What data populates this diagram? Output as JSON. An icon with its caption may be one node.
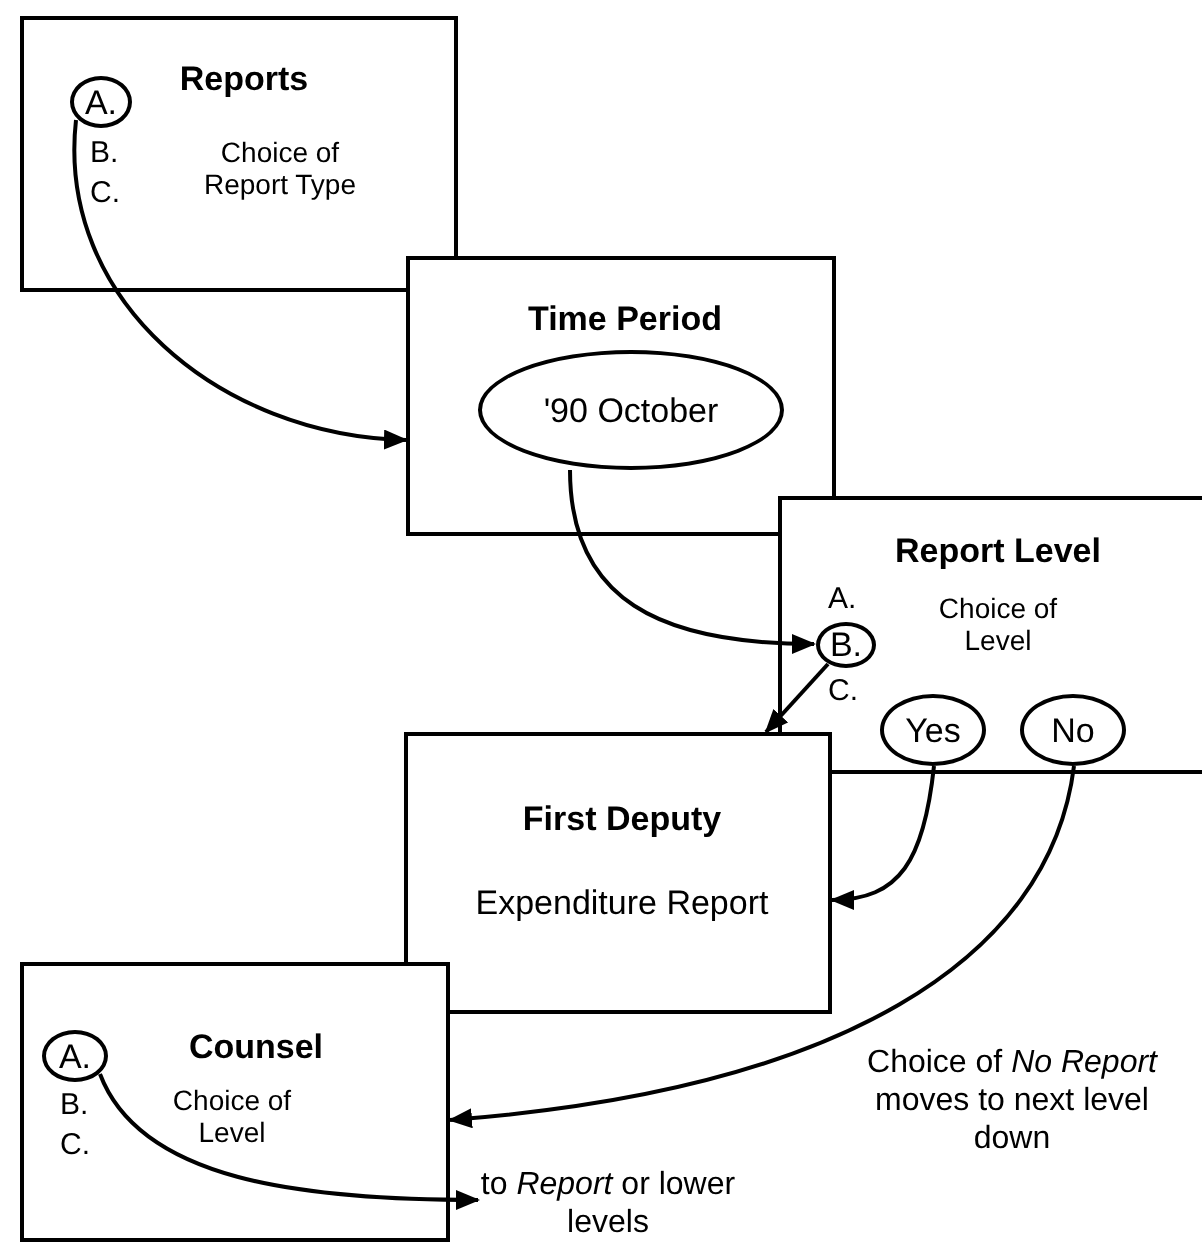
{
  "diagram": {
    "nodes": [
      {
        "text": [
          "Reports",
          "Choice of Report Type"
        ]
      },
      {
        "text": [
          "A."
        ],
        "in": 0
      },
      {
        "text": [
          "Time Period"
        ]
      },
      {
        "text": [
          "'90 October"
        ],
        "in": 2
      },
      {
        "text": [
          "Report Level",
          "Choice of Level"
        ]
      },
      {
        "text": [
          "B."
        ],
        "in": 4
      },
      {
        "text": [
          "Yes"
        ],
        "in": 4
      },
      {
        "text": [
          "No"
        ],
        "in": 4
      },
      {
        "text": [
          "First Deputy",
          "Expenditure Report"
        ]
      },
      {
        "text": [
          "Counsel",
          "Choice of Level"
        ]
      },
      {
        "text": [
          "A."
        ],
        "in": 9
      },
      {
        "text": [
          "to *Report* or lower levels"
        ]
      }
    ],
    "edges": [
      {
        "from": 1,
        "to": 2,
        "arrow": "to"
      },
      {
        "from": 3,
        "to": 5,
        "arrow": "to"
      },
      {
        "from": 5,
        "to": 8,
        "arrow": "to"
      },
      {
        "from": 6,
        "to": 8,
        "arrow": "to"
      },
      {
        "from": 7,
        "to": 9,
        "arrow": "to"
      },
      {
        "from": 10,
        "to": 11,
        "arrow": "to"
      }
    ],
    "labels": [
      "B.",
      "C.",
      "A.",
      "C.",
      "B.",
      "C.",
      "Choice of *No Report* moves to next level down"
    ]
  }
}
